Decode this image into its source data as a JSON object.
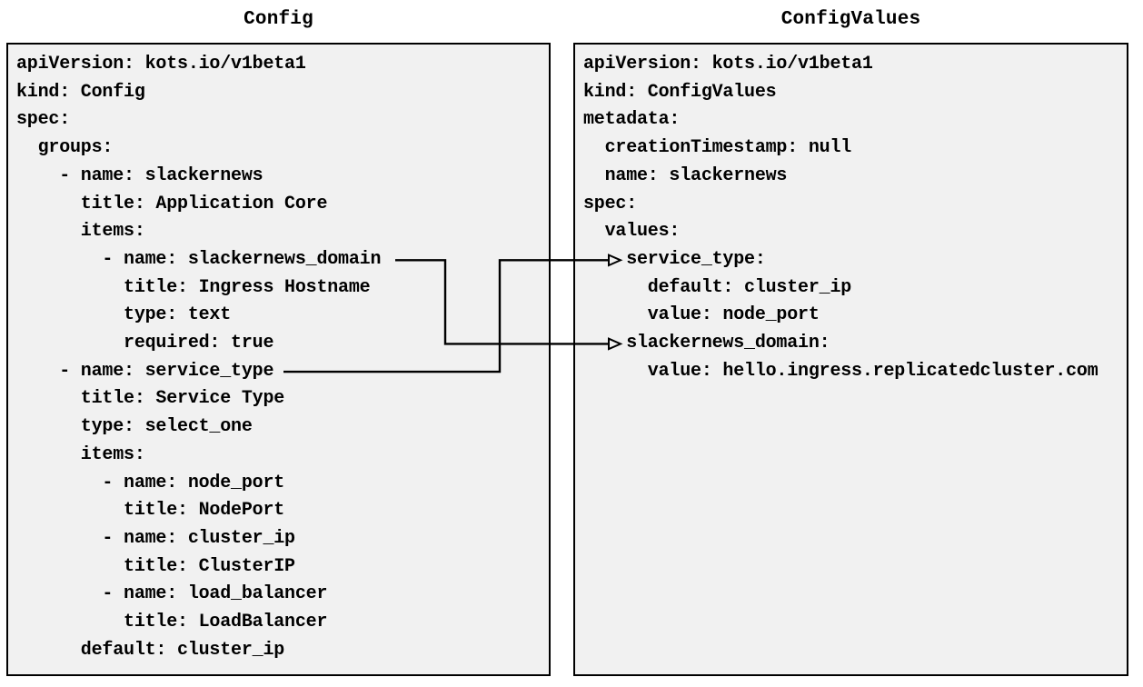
{
  "panels": {
    "config": {
      "title": "Config",
      "yaml_lines": [
        "apiVersion: kots.io/v1beta1",
        "kind: Config",
        "spec:",
        "  groups:",
        "    - name: slackernews",
        "      title: Application Core",
        "      items:",
        "        - name: slackernews_domain",
        "          title: Ingress Hostname",
        "          type: text",
        "          required: true",
        "    - name: service_type",
        "      title: Service Type",
        "      type: select_one",
        "      items:",
        "        - name: node_port",
        "          title: NodePort",
        "        - name: cluster_ip",
        "          title: ClusterIP",
        "        - name: load_balancer",
        "          title: LoadBalancer",
        "      default: cluster_ip"
      ]
    },
    "config_values": {
      "title": "ConfigValues",
      "yaml_lines": [
        "apiVersion: kots.io/v1beta1",
        "kind: ConfigValues",
        "metadata:",
        "  creationTimestamp: null",
        "  name: slackernews",
        "spec:",
        "  values:",
        "    service_type:",
        "      default: cluster_ip",
        "      value: node_port",
        "    slackernews_domain:",
        "      value: hello.ingress.replicatedcluster.com"
      ]
    }
  },
  "connections": [
    {
      "id": "slackernews-domain-mapping",
      "from_panel": "Config",
      "from_text": "- name: slackernews_domain",
      "to_panel": "ConfigValues",
      "to_text": "slackernews_domain:"
    },
    {
      "id": "service-type-mapping",
      "from_panel": "Config",
      "from_text": "- name: service_type",
      "to_panel": "ConfigValues",
      "to_text": "service_type:"
    }
  ],
  "colors": {
    "page_bg": "#ffffff",
    "panel_bg": "#f1f1f1",
    "panel_border": "#000000",
    "text": "#000000",
    "connector": "#000000"
  }
}
